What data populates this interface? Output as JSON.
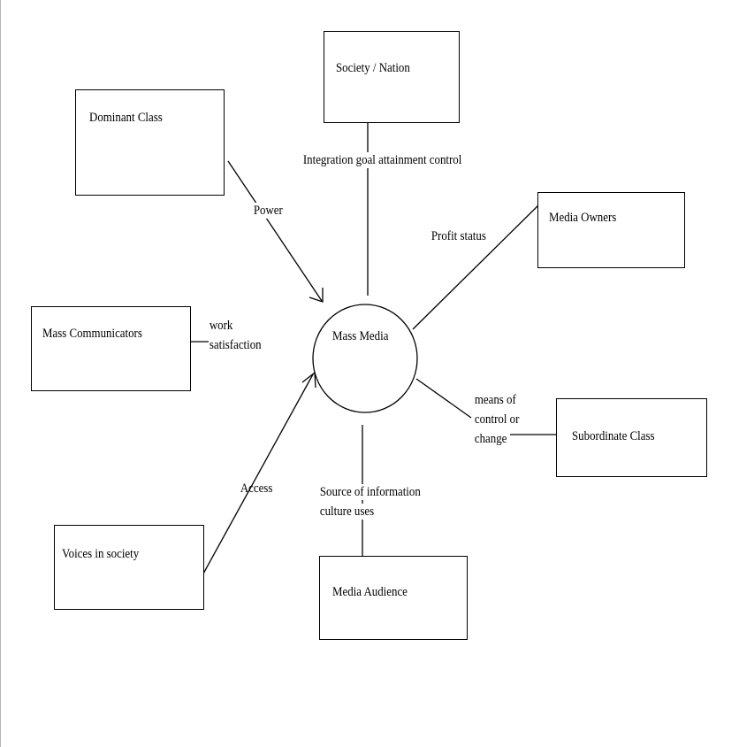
{
  "center": {
    "label": "Mass Media"
  },
  "nodes": {
    "society": "Society / Nation",
    "dominant_class": "Dominant Class",
    "media_owners": "Media Owners",
    "mass_communicators": "Mass Communicators",
    "subordinate_class": "Subordinate Class",
    "voices": "Voices in society",
    "audience": "Media Audience"
  },
  "edges": {
    "society": "Integration goal attainment control",
    "dominant_class": "Power",
    "media_owners": "Profit status",
    "mass_communicators": [
      "work",
      "satisfaction"
    ],
    "subordinate_class": [
      "means of",
      "control or",
      "change"
    ],
    "voices": "Access",
    "audience": [
      "Source of information",
      "culture uses"
    ]
  }
}
